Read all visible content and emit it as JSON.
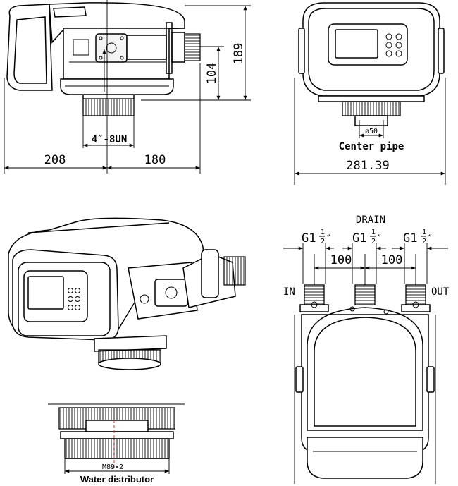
{
  "side_view": {
    "dim_height_total": "189",
    "dim_height_outlet": "104",
    "dim_width_left": "208",
    "dim_width_right": "180",
    "thread_label": "4″-8UN"
  },
  "front_view": {
    "pipe_diameter": "ø50",
    "pipe_caption": "Center pipe",
    "dim_width": "281.39"
  },
  "top_view": {
    "drain_label": "DRAIN",
    "port_size_left": "G1",
    "port_size_mid": "G1",
    "port_size_right": "G1",
    "port_fraction_num": "1",
    "port_fraction_den": "2",
    "port_inch_mark": "″",
    "spacing_left": "100",
    "spacing_right": "100",
    "inlet_label": "IN",
    "outlet_label": "OUT"
  },
  "distributor_view": {
    "thread_label": "M89×2",
    "caption": "Water distributor"
  }
}
